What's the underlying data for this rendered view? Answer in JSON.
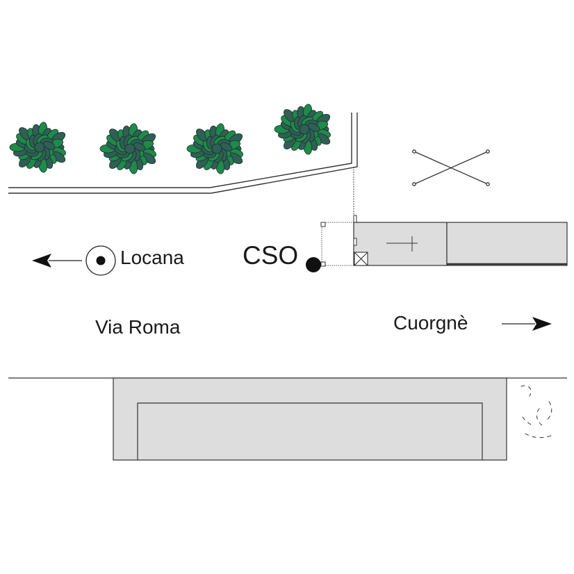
{
  "labels": {
    "locana": "Locana",
    "cso": "CSO",
    "street": "Via Roma",
    "cuorgne": "Cuorgnè"
  },
  "directions": {
    "left": "Locana",
    "right": "Cuorgnè"
  },
  "colors": {
    "building_fill": "#dddddd",
    "tree_dark": "#2f5f55",
    "tree_light": "#1f8a4a",
    "line": "#333333",
    "marker": "#111111"
  },
  "trees": {
    "count": 4
  }
}
